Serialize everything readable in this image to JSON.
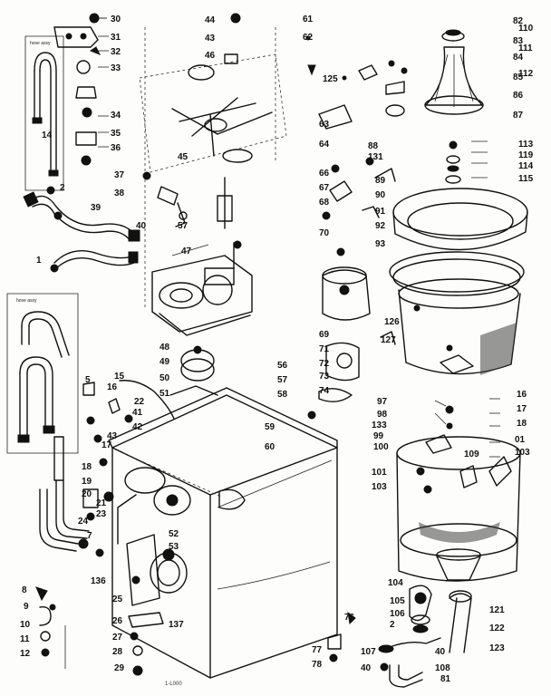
{
  "diagram": {
    "footer_code": "1-L000",
    "hose_tag_top": "hose assy",
    "hose_tag_mid": "hose assy"
  },
  "labels": [
    {
      "id": "30"
    },
    {
      "id": "31"
    },
    {
      "id": "32"
    },
    {
      "id": "33"
    },
    {
      "id": "34"
    },
    {
      "id": "35"
    },
    {
      "id": "36"
    },
    {
      "id": "14"
    },
    {
      "id": "2"
    },
    {
      "id": "39"
    },
    {
      "id": "40"
    },
    {
      "id": "1"
    },
    {
      "id": "37"
    },
    {
      "id": "38"
    },
    {
      "id": "44"
    },
    {
      "id": "43"
    },
    {
      "id": "46"
    },
    {
      "id": "61"
    },
    {
      "id": "62"
    },
    {
      "id": "45"
    },
    {
      "id": "57"
    },
    {
      "id": "47"
    },
    {
      "id": "82"
    },
    {
      "id": "83"
    },
    {
      "id": "84"
    },
    {
      "id": "85"
    },
    {
      "id": "86"
    },
    {
      "id": "87"
    },
    {
      "id": "125"
    },
    {
      "id": "63"
    },
    {
      "id": "64"
    },
    {
      "id": "66"
    },
    {
      "id": "67"
    },
    {
      "id": "68"
    },
    {
      "id": "70"
    },
    {
      "id": "88"
    },
    {
      "id": "131"
    },
    {
      "id": "89"
    },
    {
      "id": "90"
    },
    {
      "id": "91"
    },
    {
      "id": "92"
    },
    {
      "id": "93"
    },
    {
      "id": "110"
    },
    {
      "id": "111"
    },
    {
      "id": "112"
    },
    {
      "id": "113"
    },
    {
      "id": "119"
    },
    {
      "id": "114"
    },
    {
      "id": "115"
    },
    {
      "id": "126"
    },
    {
      "id": "127"
    },
    {
      "id": "69"
    },
    {
      "id": "71"
    },
    {
      "id": "72"
    },
    {
      "id": "73"
    },
    {
      "id": "74"
    },
    {
      "id": "48"
    },
    {
      "id": "49"
    },
    {
      "id": "50"
    },
    {
      "id": "51"
    },
    {
      "id": "56"
    },
    {
      "id": "57"
    },
    {
      "id": "58"
    },
    {
      "id": "59"
    },
    {
      "id": "60"
    },
    {
      "id": "15"
    },
    {
      "id": "16"
    },
    {
      "id": "22"
    },
    {
      "id": "41"
    },
    {
      "id": "42"
    },
    {
      "id": "43"
    },
    {
      "id": "5"
    },
    {
      "id": "17"
    },
    {
      "id": "18"
    },
    {
      "id": "19"
    },
    {
      "id": "20"
    },
    {
      "id": "21"
    },
    {
      "id": "23"
    },
    {
      "id": "24"
    },
    {
      "id": "7"
    },
    {
      "id": "8"
    },
    {
      "id": "9"
    },
    {
      "id": "10"
    },
    {
      "id": "11"
    },
    {
      "id": "12"
    },
    {
      "id": "136"
    },
    {
      "id": "25"
    },
    {
      "id": "26"
    },
    {
      "id": "27"
    },
    {
      "id": "28"
    },
    {
      "id": "29"
    },
    {
      "id": "52"
    },
    {
      "id": "53"
    },
    {
      "id": "137"
    },
    {
      "id": "76"
    },
    {
      "id": "77"
    },
    {
      "id": "78"
    },
    {
      "id": "97"
    },
    {
      "id": "98"
    },
    {
      "id": "133"
    },
    {
      "id": "99"
    },
    {
      "id": "100"
    },
    {
      "id": "101"
    },
    {
      "id": "103"
    },
    {
      "id": "109"
    },
    {
      "id": "16"
    },
    {
      "id": "17"
    },
    {
      "id": "18"
    },
    {
      "id": "01"
    },
    {
      "id": "103"
    },
    {
      "id": "104"
    },
    {
      "id": "105"
    },
    {
      "id": "106"
    },
    {
      "id": "2"
    },
    {
      "id": "107"
    },
    {
      "id": "40"
    },
    {
      "id": "108"
    },
    {
      "id": "40"
    },
    {
      "id": "81"
    },
    {
      "id": "121"
    },
    {
      "id": "122"
    },
    {
      "id": "123"
    }
  ]
}
